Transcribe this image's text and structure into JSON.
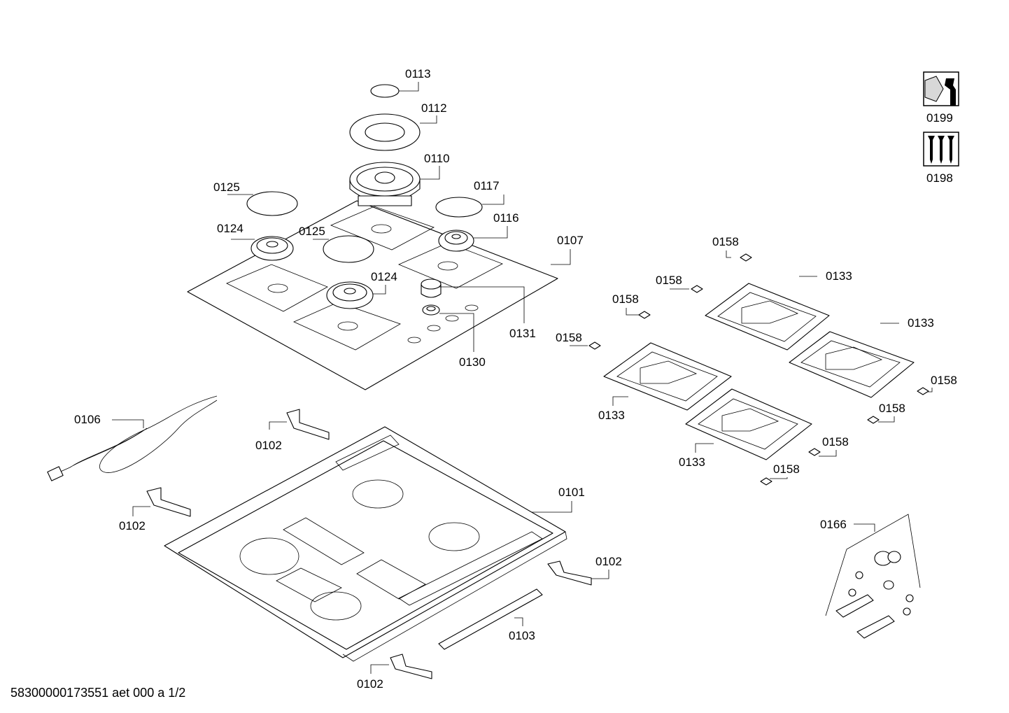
{
  "footer": "58300000173551 aet 000 a 1/2",
  "labels": {
    "p0113": "0113",
    "p0112": "0112",
    "p0110": "0110",
    "p0125a": "0125",
    "p0117": "0117",
    "p0124a": "0124",
    "p0125b": "0125",
    "p0116": "0116",
    "p0107": "0107",
    "p0124b": "0124",
    "p0131": "0131",
    "p0130": "0130",
    "p0158a": "0158",
    "p0158b": "0158",
    "p0158c": "0158",
    "p0158d": "0158",
    "p0158e": "0158",
    "p0158f": "0158",
    "p0158g": "0158",
    "p0158h": "0158",
    "p0133a": "0133",
    "p0133b": "0133",
    "p0133c": "0133",
    "p0133d": "0133",
    "p0106": "0106",
    "p0102a": "0102",
    "p0102b": "0102",
    "p0102c": "0102",
    "p0102d": "0102",
    "p0101": "0101",
    "p0103": "0103",
    "p0166": "0166",
    "p0199": "0199",
    "p0198": "0198"
  },
  "icons": {
    "service_kit": "wrench-nut-icon",
    "screw_kit": "screws-icon"
  }
}
